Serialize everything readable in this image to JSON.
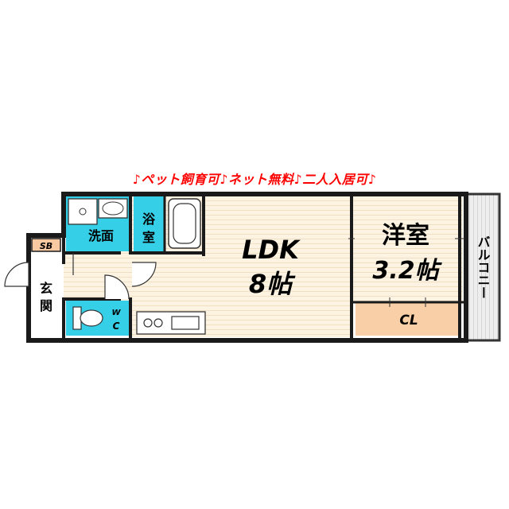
{
  "banner": "♪ペット飼育可♪ネット無料♪二人入居可♪",
  "rooms": {
    "ldk_name": "LDK",
    "ldk_size": "8帖",
    "western_name": "洋室",
    "western_size": "3.2帖",
    "closet": "CL",
    "washroom": "洗面",
    "bath_1": "浴",
    "bath_2": "室",
    "entrance_1": "玄",
    "entrance_2": "関",
    "shoe_box": "SB",
    "toilet_1": "W",
    "toilet_2": "C",
    "balcony": "バルコニー"
  },
  "colors": {
    "floor": "#fdf3e3",
    "wet_area": "#35cfe8",
    "closet": "#f8cfa6",
    "shoe_box": "#f9c9a2",
    "balcony": "#e6e6e6",
    "wall": "#1a1a1a",
    "banner_text": "#ff0000"
  }
}
